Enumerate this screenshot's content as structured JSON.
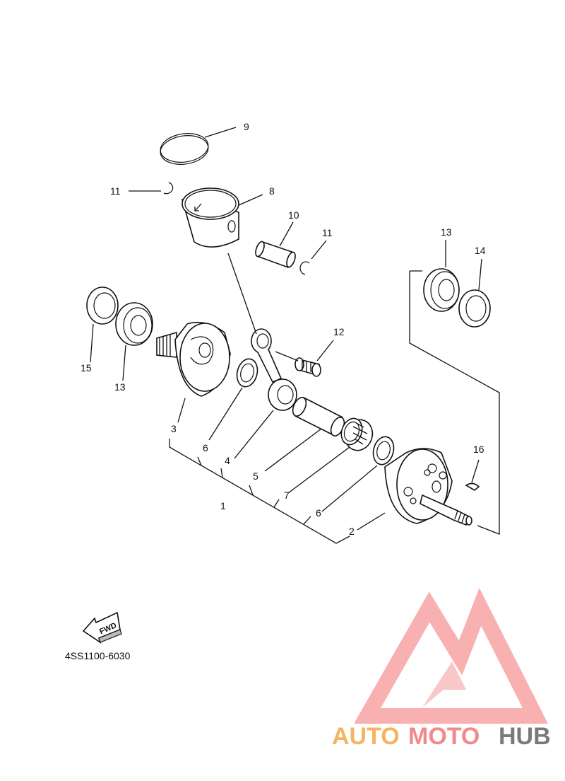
{
  "diagram": {
    "part_code": "4SS1100-6030",
    "fwd_label": "FWD",
    "callouts": [
      {
        "id": "c9",
        "text": "9"
      },
      {
        "id": "c11a",
        "text": "11"
      },
      {
        "id": "c8",
        "text": "8"
      },
      {
        "id": "c10",
        "text": "10"
      },
      {
        "id": "c11b",
        "text": "11"
      },
      {
        "id": "c13a",
        "text": "13"
      },
      {
        "id": "c14",
        "text": "14"
      },
      {
        "id": "c15",
        "text": "15"
      },
      {
        "id": "c13b",
        "text": "13"
      },
      {
        "id": "c12",
        "text": "12"
      },
      {
        "id": "c3",
        "text": "3"
      },
      {
        "id": "c6a",
        "text": "6"
      },
      {
        "id": "c4",
        "text": "4"
      },
      {
        "id": "c5",
        "text": "5"
      },
      {
        "id": "c1",
        "text": "1"
      },
      {
        "id": "c7",
        "text": "7"
      },
      {
        "id": "c16",
        "text": "16"
      },
      {
        "id": "c6b",
        "text": "6"
      },
      {
        "id": "c2",
        "text": "2"
      }
    ]
  },
  "watermark": {
    "part1": "AUTO",
    "part2": "MOTO",
    "part3": "HUB",
    "color_auto": "#f7b45e",
    "color_moto": "#f28a8a",
    "color_hub": "#7a7a7a",
    "color_logo": "#f7a3a3"
  }
}
